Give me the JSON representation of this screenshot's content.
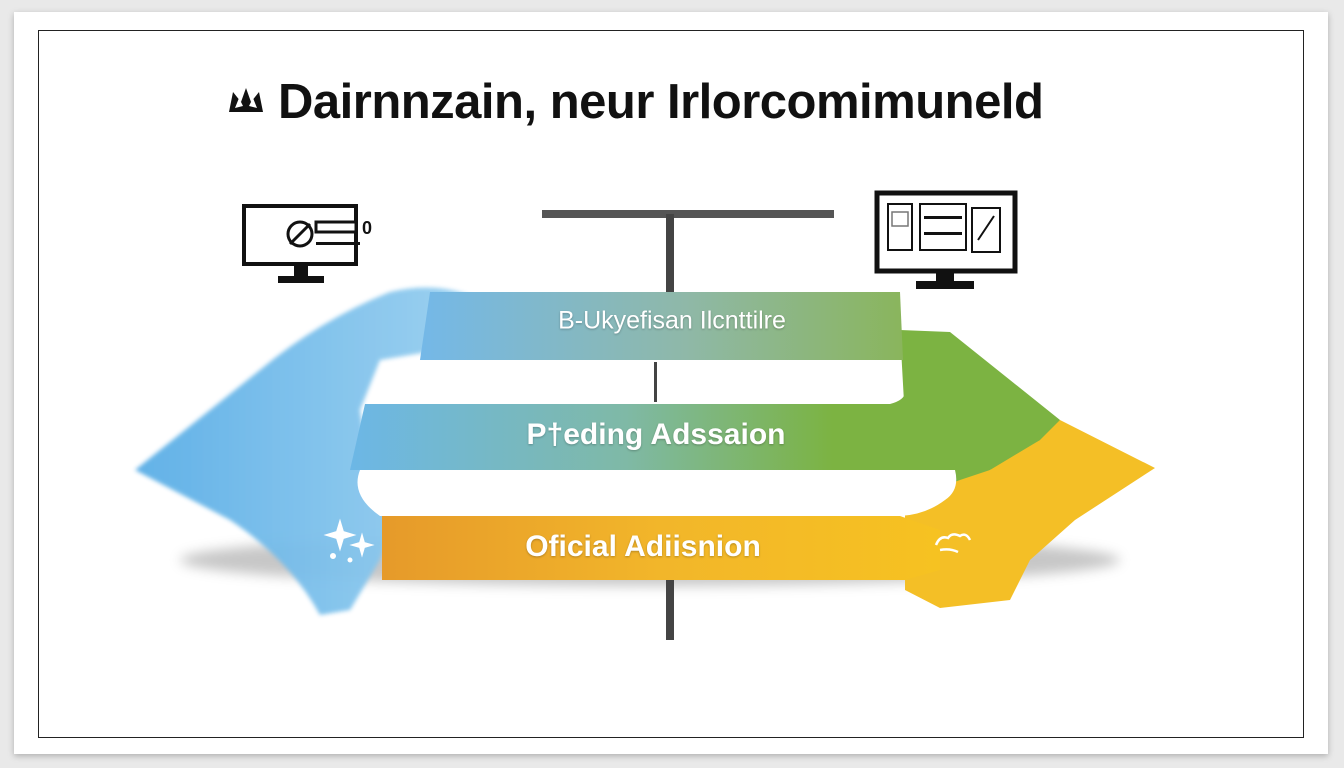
{
  "title": "Dairnnzain, neur Irlorcomimuneld",
  "flow": {
    "top_label": "B-Ukyefisan Ilcnttilre",
    "middle_label": "P†eding Adssaion",
    "bottom_label": "Oficial Adiisnion"
  },
  "icons": {
    "title_icon": "crown-icon",
    "left_device": "monitor-icon",
    "right_device": "monitor-icon",
    "left_sparkle": "sparkle-icon",
    "right_sparkle": "sparkle-icon"
  },
  "colors": {
    "blue": "#5aaee6",
    "green": "#7cb342",
    "yellow": "#f6c221",
    "orange": "#e9a42a",
    "dark": "#333333"
  }
}
